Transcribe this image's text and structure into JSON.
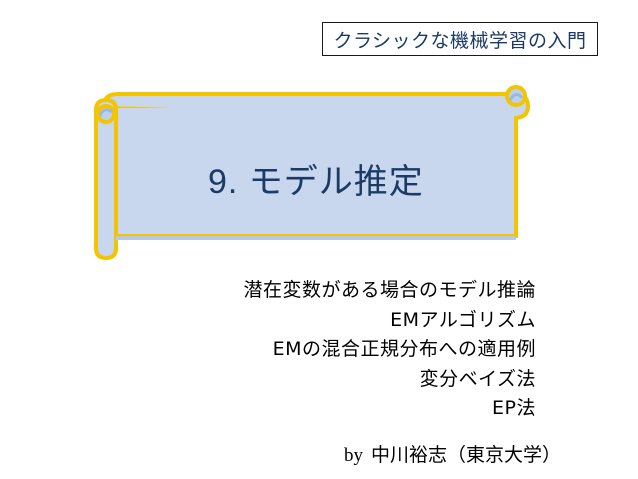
{
  "slide": {
    "series_label": "クラシックな機械学習の入門",
    "title": "9. モデル推定",
    "topics": [
      "潜在変数がある場合のモデル推論",
      "EMアルゴリズム",
      "EMの混合正規分布への適用例",
      "変分ベイズ法",
      "EP法"
    ],
    "author_prefix": "by",
    "author_name": "中川裕志（東京大学）"
  },
  "colors": {
    "scroll_fill": "#c9d7ee",
    "scroll_border": "#f2c500",
    "title_text": "#1b3a66",
    "body_text": "#000000"
  }
}
